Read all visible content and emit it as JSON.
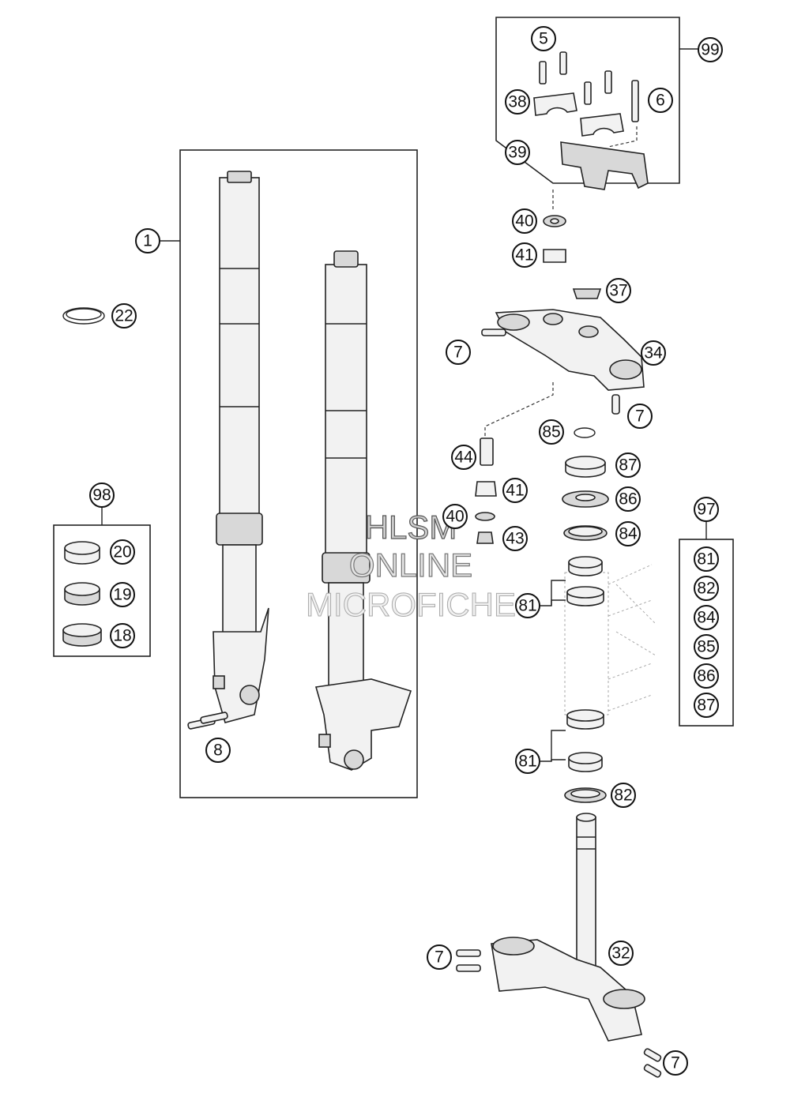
{
  "watermark": {
    "line1": "HLSM",
    "line2": "ONLINE",
    "line3": "MICROFICHE"
  },
  "callouts": {
    "c1": "1",
    "c5": "5",
    "c6": "6",
    "c7a": "7",
    "c7b": "7",
    "c7c": "7",
    "c7d": "7",
    "c8": "8",
    "c18": "18",
    "c19": "19",
    "c20": "20",
    "c22": "22",
    "c32": "32",
    "c34": "34",
    "c37": "37",
    "c38": "38",
    "c39": "39",
    "c40a": "40",
    "c40b": "40",
    "c41a": "41",
    "c41b": "41",
    "c43": "43",
    "c44": "44",
    "c81a": "81",
    "c81b": "81",
    "c82": "82",
    "c84": "84",
    "c85": "85",
    "c86": "86",
    "c87": "87",
    "c97": "97",
    "c98": "98",
    "c99": "99",
    "k81": "81",
    "k82": "82",
    "k84": "84",
    "k85": "85",
    "k86": "86",
    "k87": "87"
  }
}
